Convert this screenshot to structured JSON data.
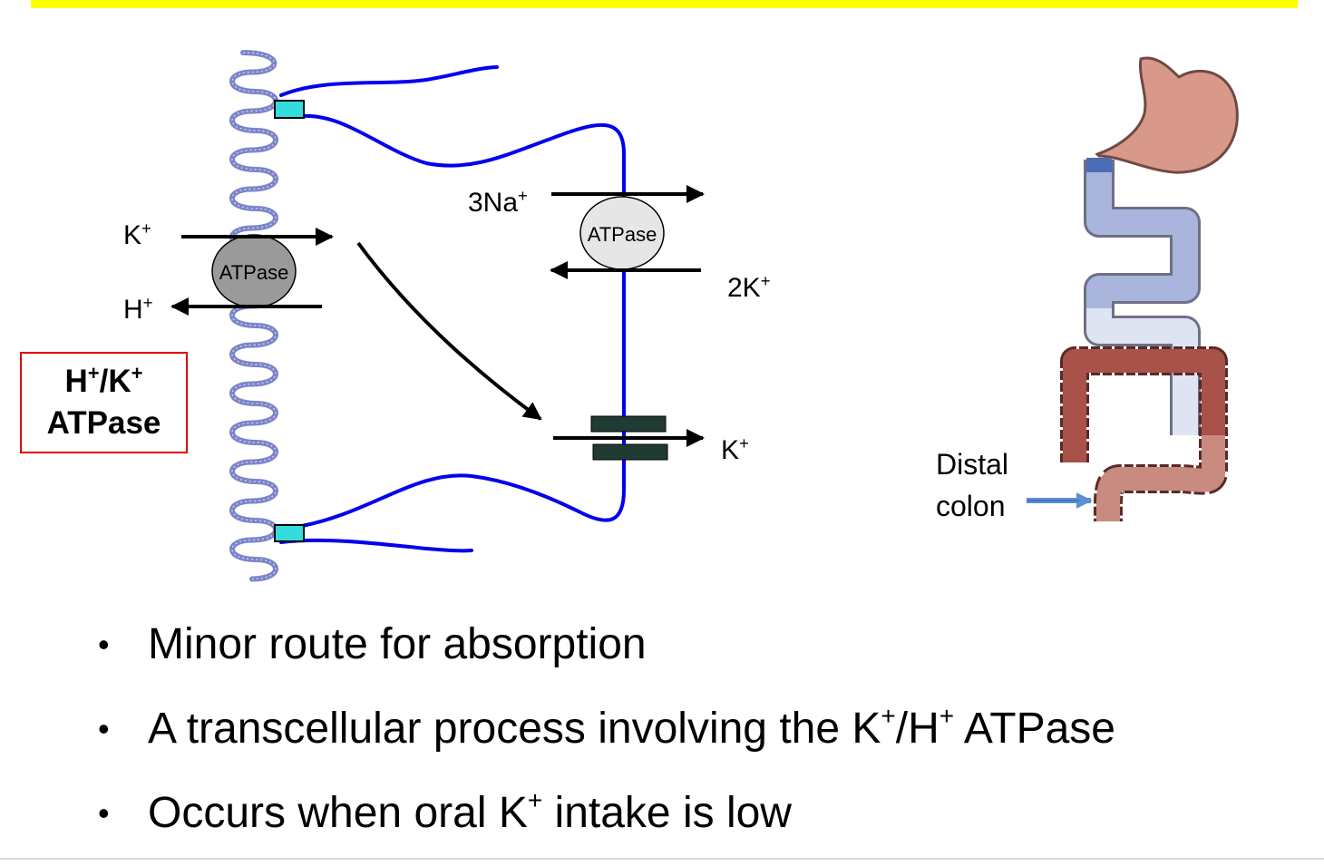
{
  "diagram": {
    "apical_pump_label": "ATPase",
    "basolateral_pump_label": "ATPase",
    "apical_in_ion": "K",
    "apical_in_charge": "+",
    "apical_out_ion": "H",
    "apical_out_charge": "+",
    "baso_out_ion": "3Na",
    "baso_out_charge": "+",
    "baso_in_ion": "2K",
    "baso_in_charge": "+",
    "channel_ion": "K",
    "channel_charge": "+",
    "box_line1_a": "H",
    "box_line1_sup1": "+",
    "box_line1_b": "/K",
    "box_line1_sup2": "+",
    "box_line2": "ATPase",
    "colon_label_line1": "Distal",
    "colon_label_line2": "colon"
  },
  "bullets": [
    {
      "text": "Minor route for absorption"
    },
    {
      "pre": "A transcellular process involving the K",
      "sup1": "+",
      "mid": "/H",
      "sup2": "+",
      "post": " ATPase"
    },
    {
      "pre": "Occurs when oral K",
      "sup1": "+",
      "post": " intake is low"
    }
  ],
  "colors": {
    "accent_bar": "#ffff00",
    "membrane": "#0000ee",
    "microvilli": "#7b84c9",
    "apical_pump": "#9a9a9a",
    "basolateral_pump": "#e6e6e6",
    "tight_junction": "#33dddd",
    "channel": "#1f3b33",
    "box_border": "#e00000",
    "stomach": "#d9998a",
    "small_intestine": "#a9b5dc",
    "colon": "#a8524a"
  }
}
